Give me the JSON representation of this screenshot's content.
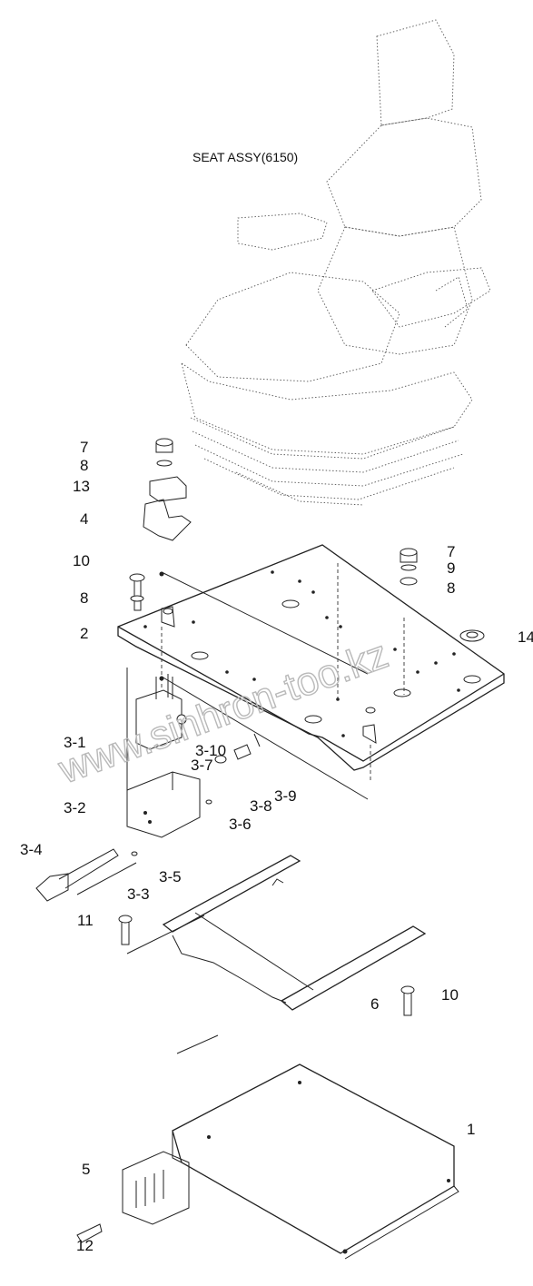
{
  "diagram": {
    "title": "SEAT ASSY(6150)",
    "watermark": "www.sinhron-too.kz",
    "callouts": [
      "7",
      "8",
      "13",
      "4",
      "10",
      "8",
      "2",
      "7",
      "9",
      "8",
      "14",
      "3-1",
      "3-10",
      "3-7",
      "3-9",
      "3-8",
      "3-6",
      "3-2",
      "3-4",
      "3-5",
      "3-3",
      "11",
      "6",
      "10",
      "1",
      "5",
      "12"
    ]
  }
}
